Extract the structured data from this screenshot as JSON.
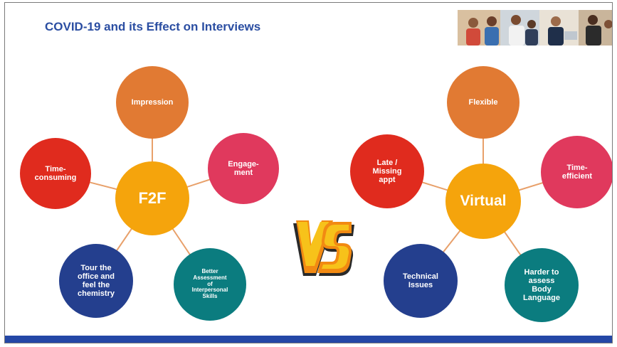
{
  "slide": {
    "title": "COVID-19 and its Effect on Interviews",
    "accent_color": "#2447a6"
  },
  "left_cluster": {
    "center": {
      "label": "F2F",
      "color": "#f5a40c"
    },
    "nodes": [
      {
        "label": "Impression",
        "color": "#e17a33"
      },
      {
        "label": "Engage-\nment",
        "color": "#e0395d"
      },
      {
        "label": "Better\nAssessment\nof\nInterpersonal\nSkills",
        "color": "#0b7c7f"
      },
      {
        "label": "Tour the\noffice and\nfeel the\nchemistry",
        "color": "#243f8e"
      },
      {
        "label": "Time-\nconsuming",
        "color": "#e02b1e"
      }
    ]
  },
  "right_cluster": {
    "center": {
      "label": "Virtual",
      "color": "#f5a40c"
    },
    "nodes": [
      {
        "label": "Flexible",
        "color": "#e17a33"
      },
      {
        "label": "Time-\nefficient",
        "color": "#e0395d"
      },
      {
        "label": "Harder to\nassess\nBody\nLanguage",
        "color": "#0b7c7f"
      },
      {
        "label": "Technical\nIssues",
        "color": "#243f8e"
      },
      {
        "label": "Late /\nMissing\nappt",
        "color": "#e02b1e"
      }
    ]
  },
  "vs_graphic": {
    "icon": "vs-icon",
    "colors": [
      "#f5c518",
      "#f07a10",
      "#2a2a2a"
    ]
  },
  "header_photo": {
    "icon": "business-people-photo"
  }
}
